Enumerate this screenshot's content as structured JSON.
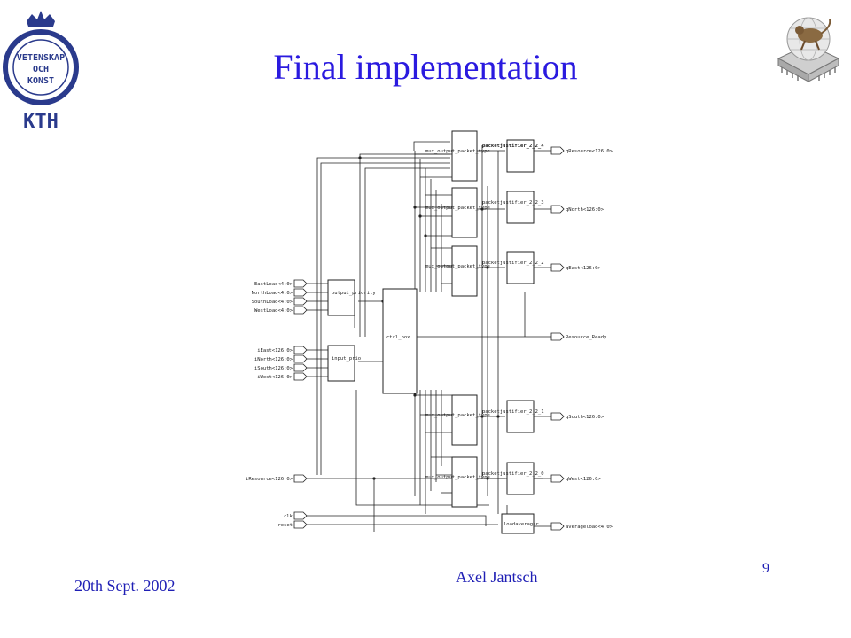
{
  "slide": {
    "title": "Final implementation",
    "date": "20th Sept. 2002",
    "author": "Axel Jantsch",
    "page_number": "9"
  },
  "logo": {
    "kth_ring_text": "VETENSKAP OCH KONST",
    "kth_text": "KTH"
  },
  "schematic": {
    "inputs_load": [
      "EastLoad<4:0>",
      "NorthLoad<4:0>",
      "SouthLoad<4:0>",
      "WestLoad<4:0>"
    ],
    "inputs_data": [
      "iEast<126:0>",
      "iNorth<126:0>",
      "iSouth<126:0>",
      "iWest<126:0>"
    ],
    "input_resource": "iResource<126:0>",
    "input_clk": "clk",
    "input_reset": "reset",
    "block_output_priority": "output_priority",
    "block_input_priority": "input_prio",
    "block_ctrl": "ctrl_box",
    "mux_label": "mux_output_packet_type",
    "packet_labels": [
      "packetjustifier_2_2_4",
      "packetjustifier_2_2_3",
      "packetjustifier_2_2_2",
      "packetjustifier_2_2_1",
      "packetjustifier_2_2_0"
    ],
    "outputs": [
      "qResource<126:0>",
      "qNorth<126:0>",
      "qEast<126:0>",
      "qSouth<126:0>",
      "qWest<126:0>"
    ],
    "resource_ready": "Resource_Ready",
    "block_loadaverager": "loadaverager",
    "output_avg": "averageload<4:0>"
  }
}
